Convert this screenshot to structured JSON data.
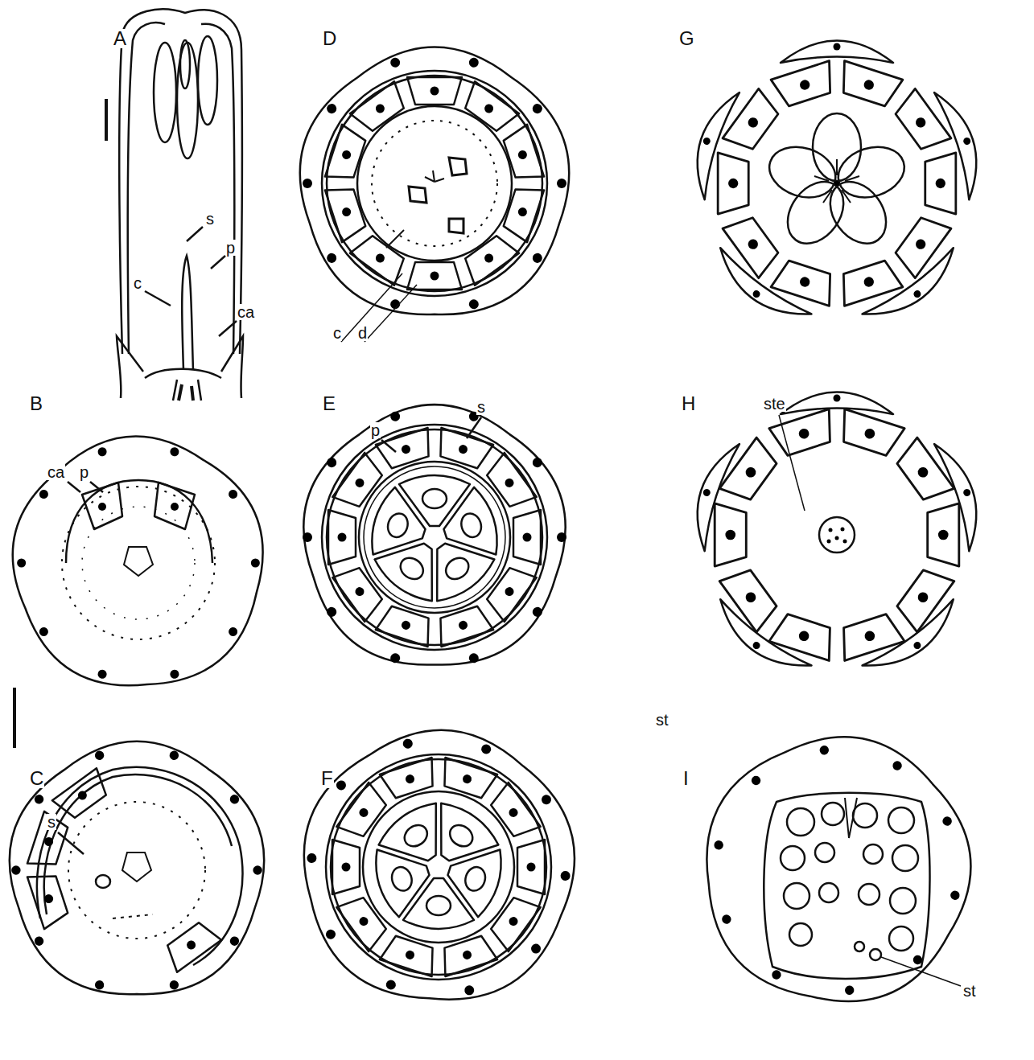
{
  "diagram": {
    "labels": [
      "A",
      "s",
      "p",
      "c",
      "ca",
      "D",
      "c",
      "d",
      "G",
      "B",
      "ca",
      "p",
      "E",
      "p",
      "s",
      "H",
      "ste",
      "st",
      "C",
      "s",
      "F",
      "I",
      "st"
    ]
  }
}
